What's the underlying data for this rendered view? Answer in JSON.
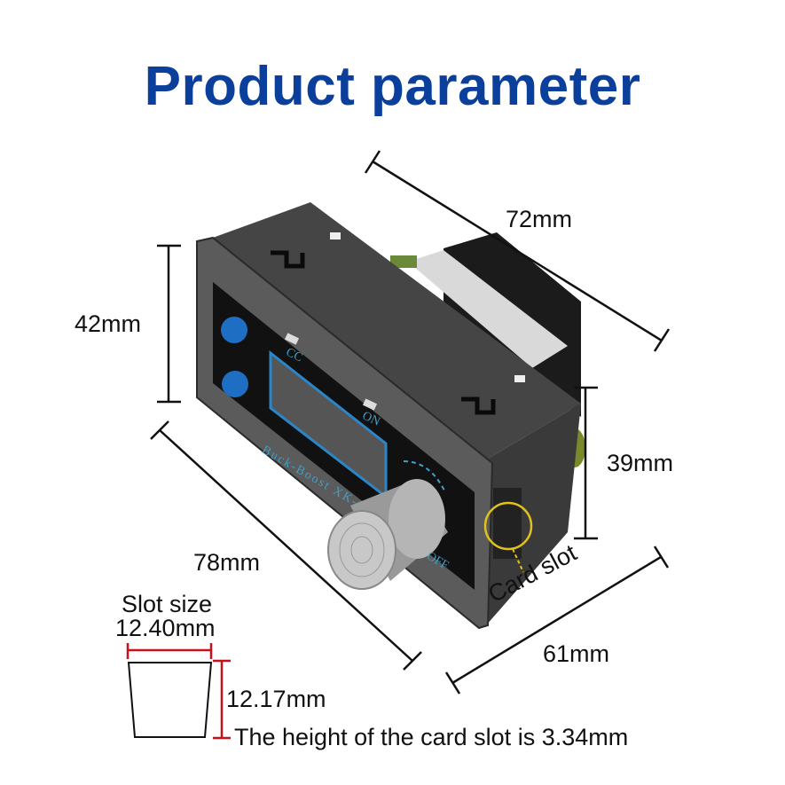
{
  "title": "Product parameter",
  "dimensions": {
    "length_top": "72mm",
    "height_front": "42mm",
    "height_side": "39mm",
    "length_bottom": "78mm",
    "width_side": "61mm"
  },
  "card_slot": {
    "label": "Card slot",
    "slot_size_label": "Slot size",
    "slot_width": "12.40mm",
    "slot_depth": "12.17mm",
    "height_note": "The height of the card slot is 3.34mm"
  },
  "device_panel": {
    "indicator_cc": "CC",
    "indicator_on": "ON",
    "model_text": "Buck-Boost XK-",
    "knob_label": "OFF"
  },
  "colors": {
    "title": "#0b3f9c",
    "accent": "#e0c21a",
    "slot_dim": "#c8101a",
    "button": "#1e6fc4"
  }
}
